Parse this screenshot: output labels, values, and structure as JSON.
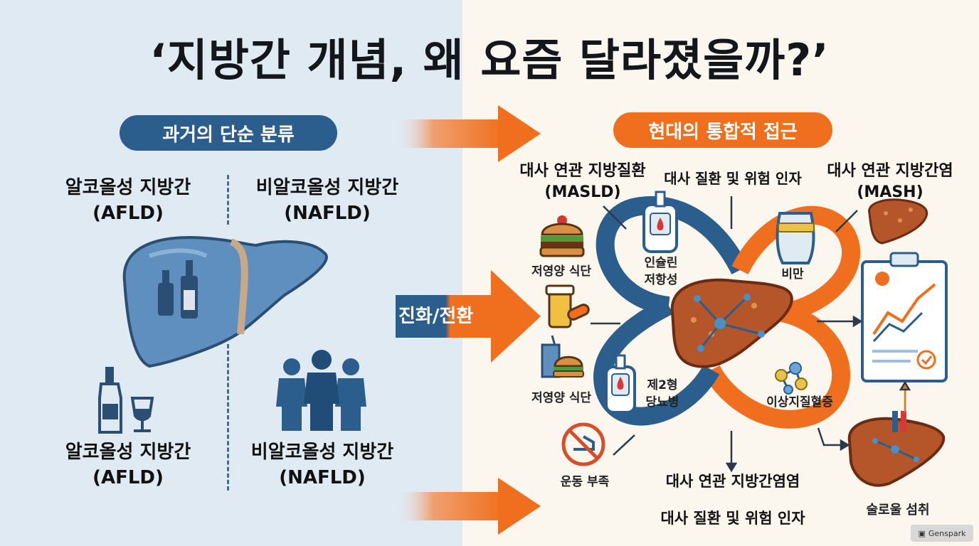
{
  "title": "‘지방간 개념, 왜 요즘 달라졌을까?’",
  "left": {
    "header": "과거의 단순 분류",
    "top_left_label": "알코올성 지방간",
    "top_left_abbr": "(AFLD)",
    "top_right_label": "비알코올성 지방간",
    "top_right_abbr": "(NAFLD)",
    "bottom_left_label": "알코올성 지방간",
    "bottom_left_abbr": "(AFLD)",
    "bottom_right_label": "비알코올성 지방간",
    "bottom_right_abbr": "(NAFLD)"
  },
  "middle": {
    "transition_label": "진화/전환"
  },
  "right": {
    "header": "현대의 통합적 접근",
    "masld_label": "대사 연관 지방질환",
    "masld_abbr": "(MASLD)",
    "risk_top_label": "대사 질환 및 위험 인자",
    "mash_label": "대사 연관 지방간염",
    "mash_abbr": "(MASH)",
    "diet1_label": "저영양 식단",
    "insulin_label": "인슐린\n저항성",
    "obesity_label": "비만",
    "diet2_label": "저영양 식단",
    "diabetes_label": "제2형\n당뇨병",
    "dyslipidemia_label": "이상지질혈증",
    "exercise_label": "운동 부족",
    "bottom_label1": "대사 연관 지방간염염",
    "bottom_label2": "대사 질환 및 위험 인자",
    "alcohol_label": "술로울 섬취"
  },
  "watermark": "Genspark",
  "colors": {
    "blue": "#2b5e8c",
    "orange": "#ef6f1e",
    "liver_blue": "#5f8fbe",
    "liver_brown": "#b5552a"
  }
}
